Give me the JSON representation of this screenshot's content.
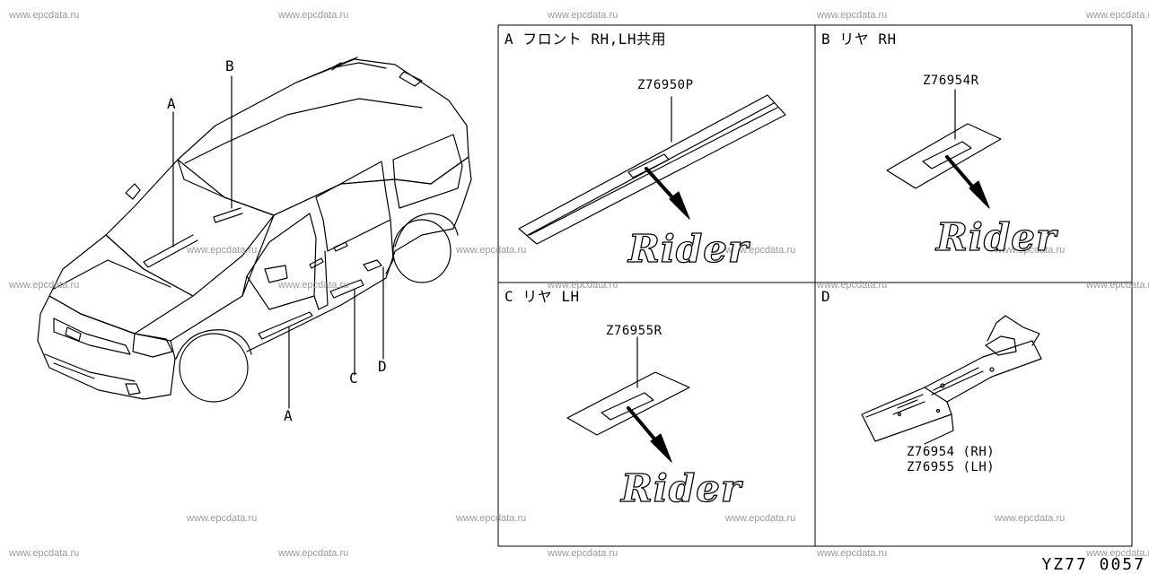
{
  "watermark": "www.epcdata.ru",
  "car_labels": {
    "A_top": "A",
    "B": "B",
    "A_bottom": "A",
    "C": "C",
    "D": "D"
  },
  "panels": {
    "a": {
      "title": "A フロント RH,LH共用",
      "part": "Z76950P",
      "emblem": "Rider"
    },
    "b": {
      "title": "B リヤ RH",
      "part": "Z76954R",
      "emblem": "Rider"
    },
    "c": {
      "title": "C リヤ LH",
      "part": "Z76955R",
      "emblem": "Rider"
    },
    "d": {
      "title": "D",
      "part_rh": "Z76954 (RH)",
      "part_lh": "Z76955 (LH)"
    }
  },
  "diagram_id": "YZ77 0057"
}
